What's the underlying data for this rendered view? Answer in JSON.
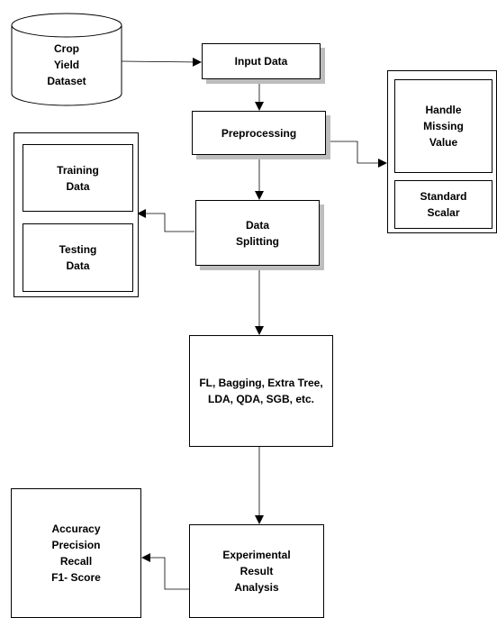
{
  "nodes": {
    "dataset": "Crop\nYield\nDataset",
    "input_data": "Input Data",
    "preprocessing": "Preprocessing",
    "handle_missing": "Handle\nMissing\nValue",
    "standard_scalar": "Standard\nScalar",
    "data_splitting": "Data\nSplitting",
    "training_data": "Training\nData",
    "testing_data": "Testing\nData",
    "models": "FL, Bagging, Extra Tree,\nLDA, QDA, SGB, etc.",
    "experimental": "Experimental\nResult\nAnalysis",
    "metrics": "Accuracy\nPrecision\nRecall\nF1- Score"
  }
}
